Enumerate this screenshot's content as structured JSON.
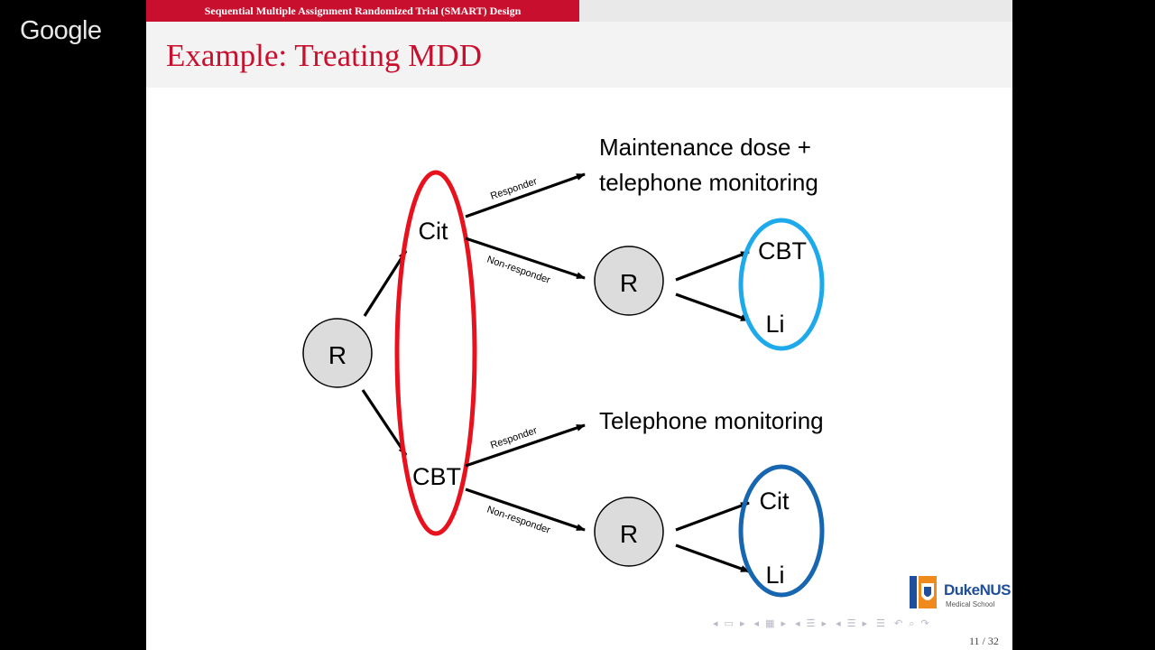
{
  "overlay": {
    "logo_text": "Google"
  },
  "slide": {
    "header": "Sequential Multiple Assignment Randomized Trial (SMART) Design",
    "title": "Example: Treating MDD",
    "page": "11 / 32",
    "logo": {
      "name": "DukeNUS",
      "sub": "Medical School"
    }
  },
  "diagram": {
    "initial_node": "R",
    "first_stage": [
      "Cit",
      "CBT"
    ],
    "edge_labels": {
      "responder": "Responder",
      "non_responder": "Non-responder"
    },
    "branches": [
      {
        "from": "Cit",
        "responder_outcome": [
          "Maintenance dose +",
          "telephone monitoring"
        ],
        "rerandomize_node": "R",
        "second_stage": [
          "CBT",
          "Li"
        ]
      },
      {
        "from": "CBT",
        "responder_outcome": [
          "Telephone monitoring"
        ],
        "rerandomize_node": "R",
        "second_stage": [
          "Cit",
          "Li"
        ]
      }
    ]
  },
  "colors": {
    "accent_red": "#c8102e",
    "stage1_ellipse": "#e8121e",
    "stage2_top_ellipse": "#1eaaea",
    "stage2_bottom_ellipse": "#1666b0",
    "node_fill": "#dcdcdc"
  },
  "nav_icons": [
    "arrow-left-icon",
    "frame-icon",
    "arrow-right-icon",
    "subsection-icon",
    "section-icon",
    "search-icon",
    "undo-icon"
  ]
}
